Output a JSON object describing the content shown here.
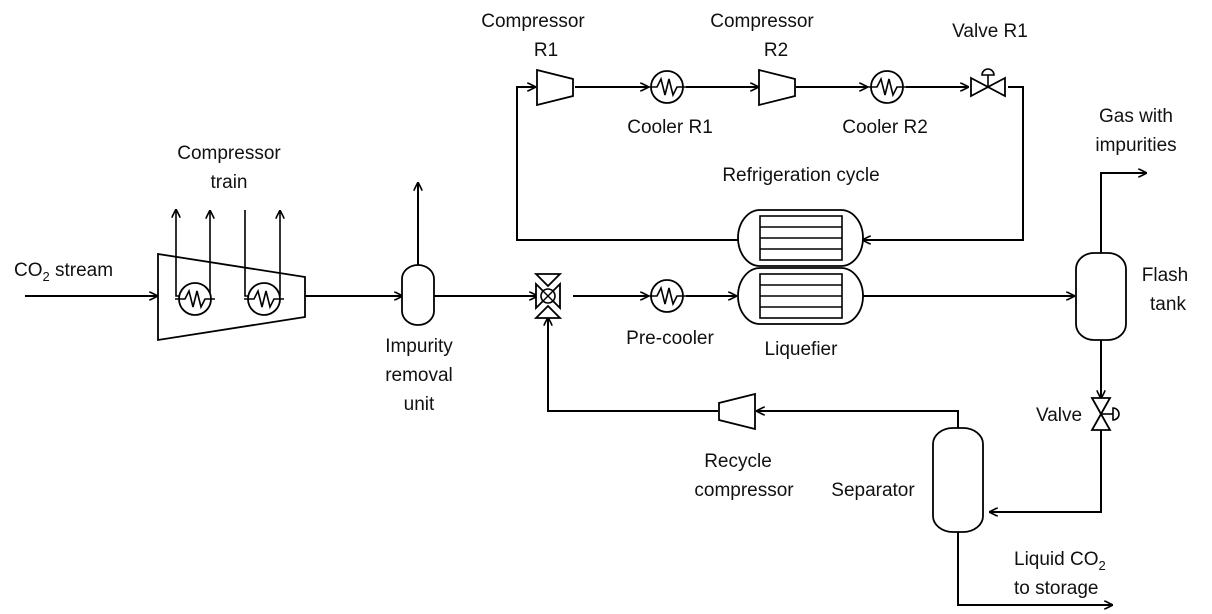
{
  "labels": {
    "compressor_r1": [
      "Compressor",
      "R1"
    ],
    "compressor_r2": [
      "Compressor",
      "R2"
    ],
    "valve_r1": "Valve R1",
    "cooler_r1": "Cooler R1",
    "cooler_r2": "Cooler R2",
    "gas_with_impurities": [
      "Gas with",
      "impurities"
    ],
    "refrigeration_cycle": "Refrigeration cycle",
    "compressor_train": [
      "Compressor",
      "train"
    ],
    "co2_stream": {
      "main": "CO",
      "sub": "2",
      "tail": " stream"
    },
    "flash_tank": [
      "Flash",
      "tank"
    ],
    "pre_cooler": "Pre-cooler",
    "liquefier": "Liquefier",
    "impurity_removal_unit": [
      "Impurity",
      "removal",
      "unit"
    ],
    "valve": "Valve",
    "recycle_compressor": [
      "Recycle",
      "compressor"
    ],
    "separator": "Separator",
    "liquid_co2": {
      "main": "Liquid CO",
      "sub": "2",
      "line2": "to storage"
    }
  },
  "colors": {
    "line": "#000000",
    "background": "#ffffff"
  }
}
